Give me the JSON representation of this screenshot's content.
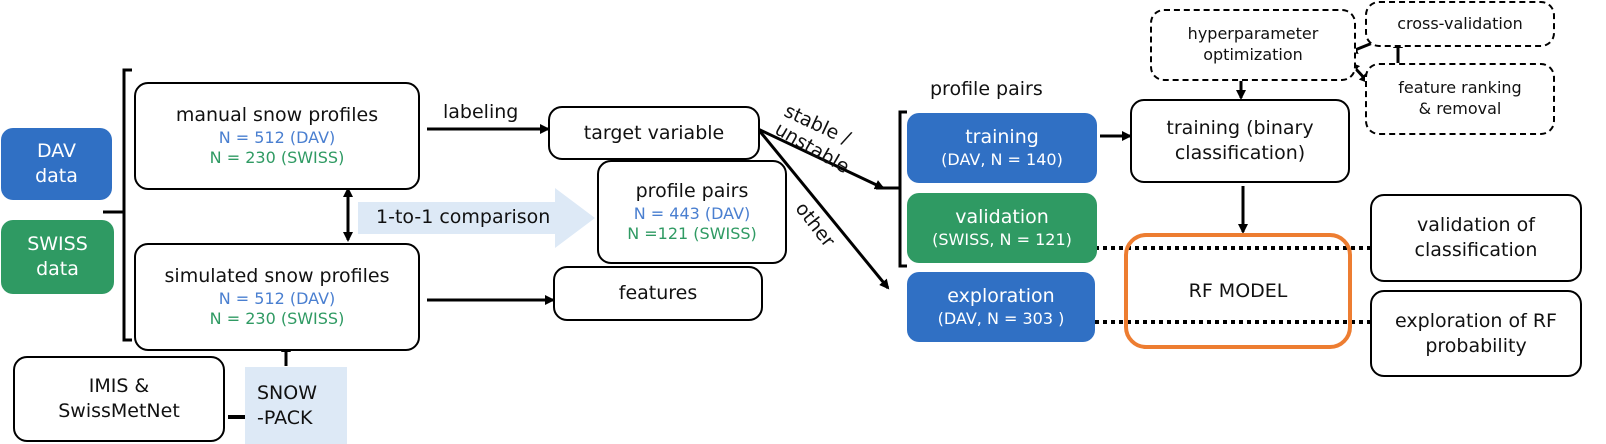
{
  "sources": {
    "dav": {
      "line1": "DAV",
      "line2": "data"
    },
    "swiss": {
      "line1": "SWISS",
      "line2": "data"
    }
  },
  "manual": {
    "title": "manual snow profiles",
    "n_dav": "N = 512 (DAV)",
    "n_swiss": "N = 230 (SWISS)"
  },
  "simulated": {
    "title": "simulated snow profiles",
    "n_dav": "N = 512 (DAV)",
    "n_swiss": "N = 230 (SWISS)"
  },
  "imis": {
    "line1": "IMIS &",
    "line2": "SwissMetNet"
  },
  "snowpack": {
    "line1": "SNOW",
    "line2": "-PACK"
  },
  "comparison_label": "1-to-1 comparison",
  "labeling_label": "labeling",
  "target": "target variable",
  "pairs": {
    "title": "profile pairs",
    "n_dav": "N = 443 (DAV)",
    "n_swiss": "N =121 (SWISS)"
  },
  "features": "features",
  "split_labels": {
    "stable": "stable /",
    "unstable": "unstable",
    "other": "other"
  },
  "profile_pairs_heading": "profile pairs",
  "training_set": {
    "title": "training",
    "sub": "(DAV, N = 140)"
  },
  "validation_set": {
    "title": "validation",
    "sub": "(SWISS, N = 121)"
  },
  "exploration_set": {
    "title": "exploration",
    "sub": "(DAV, N = 303 )"
  },
  "hyperparam": {
    "line1": "hyperparameter",
    "line2": "optimization"
  },
  "crossval": "cross-validation",
  "feature_rank": {
    "line1": "feature ranking",
    "line2": "& removal"
  },
  "training_box": {
    "line1": "training (binary",
    "line2": "classification)"
  },
  "rf_model": "RF MODEL",
  "validation_out": {
    "line1": "validation of",
    "line2": "classification"
  },
  "exploration_out": {
    "line1": "exploration of RF",
    "line2": "probability"
  },
  "colors": {
    "dav_blue": "#3070c4",
    "swiss_green": "#2f9a63",
    "rf_orange": "#ed7d31",
    "light_blue": "#dde9f6"
  }
}
